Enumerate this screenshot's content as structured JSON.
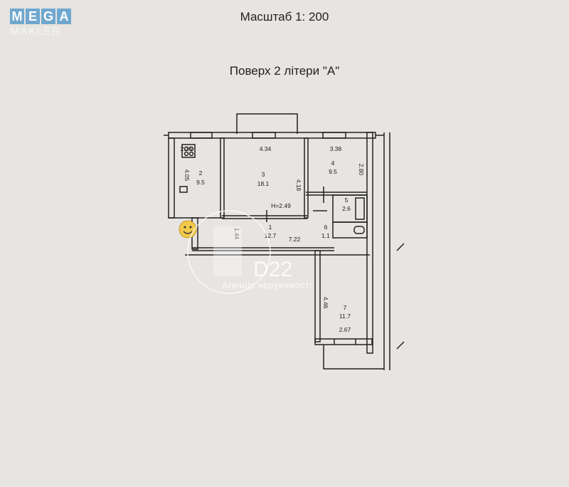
{
  "logo": {
    "line1": [
      "M",
      "E",
      "G",
      "A"
    ],
    "line2": "MAKLER"
  },
  "header": {
    "scale": "Масштаб 1: 200",
    "floor": "Поверх  2  літери \"А\""
  },
  "rooms": [
    {
      "number": "2",
      "area": "9.5"
    },
    {
      "number": "3",
      "area": "18.1"
    },
    {
      "number": "4",
      "area": "9.5"
    },
    {
      "number": "5",
      "area": "2.6"
    },
    {
      "number": "1",
      "area": "12.7"
    },
    {
      "number": "6",
      "area": "1.1"
    },
    {
      "number": "7",
      "area": "11.7"
    }
  ],
  "dimensions": {
    "room2_width": "2.35",
    "room3_width": "4.34",
    "room4_width": "3.38",
    "room2_length": "4.05",
    "room3_length": "4.18",
    "room4_length": "2.80",
    "ceiling_height": "H=2.49",
    "hall_width": "1.44",
    "hall_length": "7.22",
    "room7_length": "4.46",
    "room7_width": "2.67"
  },
  "watermark": {
    "brand": "D22",
    "tagline": "Агенція нерухомості"
  },
  "colors": {
    "background": "#e7e4e1",
    "logo_blue": "#6fa7cf",
    "lines": "#222222"
  }
}
